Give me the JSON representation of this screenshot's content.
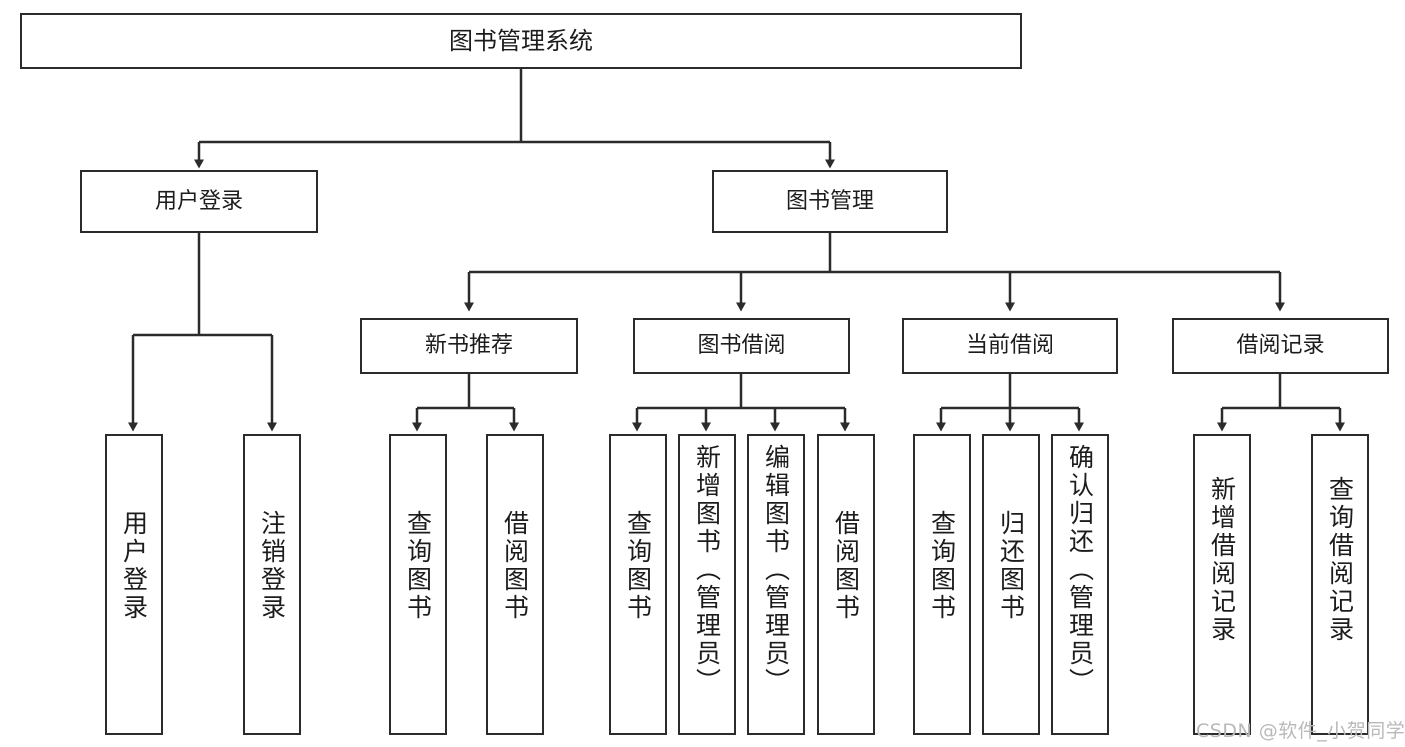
{
  "diagram": {
    "title": "图书管理系统",
    "root": {
      "label": "图书管理系统"
    },
    "branches": [
      {
        "label": "用户登录"
      },
      {
        "label": "图书管理"
      }
    ],
    "subbranches": [
      {
        "label": "新书推荐"
      },
      {
        "label": "图书借阅"
      },
      {
        "label": "当前借阅"
      },
      {
        "label": "借阅记录"
      }
    ],
    "leaves": {
      "user_login": [
        {
          "label": "用户登录"
        },
        {
          "label": "注销登录"
        }
      ],
      "new_book_recommend": [
        {
          "label": "查询图书"
        },
        {
          "label": "借阅图书"
        }
      ],
      "book_borrow": [
        {
          "label": "查询图书"
        },
        {
          "label": "新增图书（管理员）"
        },
        {
          "label": "编辑图书（管理员）"
        },
        {
          "label": "借阅图书"
        }
      ],
      "current_borrow": [
        {
          "label": "查询图书"
        },
        {
          "label": "归还图书"
        },
        {
          "label": "确认归还（管理员）"
        }
      ],
      "borrow_record": [
        {
          "label": "新增借阅记录"
        },
        {
          "label": "查询借阅记录"
        }
      ]
    }
  },
  "watermark": {
    "text": "CSDN @软件_小贺同学"
  },
  "colors": {
    "stroke": "#2b2b2b",
    "background": "#ffffff",
    "text": "#1c1c1c",
    "watermark": "#b9b9b9"
  }
}
